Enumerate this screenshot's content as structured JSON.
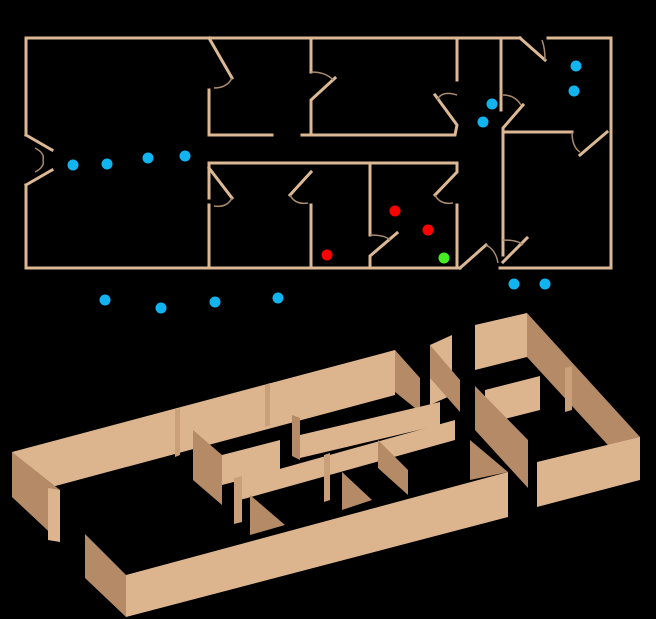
{
  "diagram": {
    "type": "floor-plan-with-3d-model",
    "colors": {
      "background": "#000000",
      "wall": "#dcb994",
      "wall_3d_light": "#dcb58f",
      "wall_3d_dark": "#b58a66",
      "marker_blue": "#12b4f0",
      "marker_red": "#ff0000",
      "marker_green": "#44ee22"
    },
    "marker_counts": {
      "blue": 14,
      "red": 3,
      "green": 1
    }
  }
}
